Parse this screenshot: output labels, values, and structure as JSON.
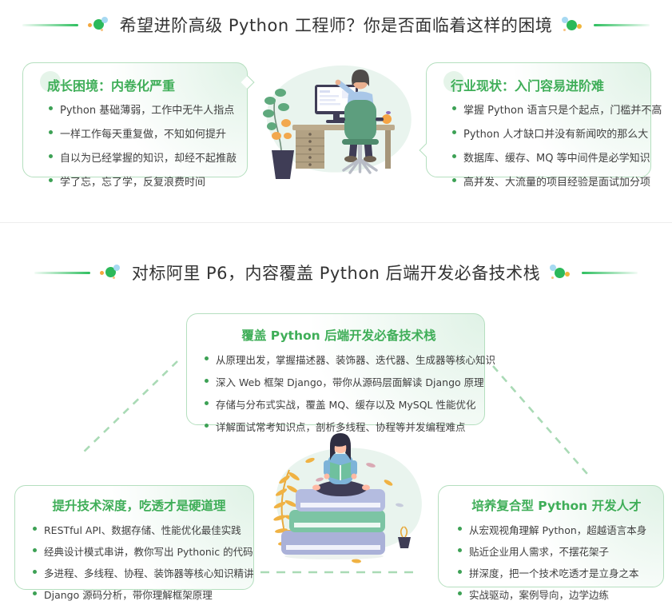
{
  "theme": {
    "accent_green": "#3fae58",
    "card_border_green": "#b5dfbf",
    "dashed_line_green": "#a9dab5",
    "ornament_line_green": "#2ebf5f",
    "ornament_dot_green": "#2cb95a",
    "ornament_dot_blue": "#a6d9f2",
    "ornament_dot_orange": "#f3a73c",
    "bullet_dot_green": "#3da155",
    "section_title_color": "#333333",
    "bullet_text_color": "#404040",
    "illustration_blob_green": "#e9f4ee",
    "background": "#ffffff"
  },
  "icons": {
    "ornament_line": "gradient-line-icon",
    "ornament_dots": "tricolor-dot-cluster-icon",
    "bullet_dot": "green-bullet-dot-icon",
    "bubble_tail": "speech-bubble-tail-icon",
    "illustration1": "person-working-at-desk-illustration",
    "illustration2": "girl-reading-on-book-stack-illustration"
  },
  "section1": {
    "title": "希望进阶高级 Python 工程师？你是否面临着这样的困境",
    "left_card": {
      "title": "成长困境：内卷化严重",
      "bullets": [
        "Python 基础薄弱，工作中无牛人指点",
        "一样工作每天重复做，不知如何提升",
        "自以为已经掌握的知识，却经不起推敲",
        "学了忘，忘了学，反复浪费时间"
      ]
    },
    "right_card": {
      "title": "行业现状：入门容易进阶难",
      "bullets": [
        "掌握 Python 语言只是个起点，门槛并不高",
        "Python 人才缺口并没有新闻吹的那么大",
        "数据库、缓存、MQ 等中间件是必学知识",
        "高并发、大流量的项目经验是面试加分项"
      ]
    }
  },
  "section2": {
    "title": "对标阿里 P6，内容覆盖 Python 后端开发必备技术栈",
    "center_card": {
      "title": "覆盖 Python 后端开发必备技术栈",
      "bullets": [
        "从原理出发，掌握描述器、装饰器、迭代器、生成器等核心知识",
        "深入 Web 框架 Django，带你从源码层面解读 Django 原理",
        "存储与分布式实战，覆盖 MQ、缓存以及 MySQL 性能优化",
        "详解面试常考知识点，剖析多线程、协程等并发编程难点"
      ]
    },
    "left_card": {
      "title": "提升技术深度，吃透才是硬道理",
      "bullets": [
        "RESTful API、数据存储、性能优化最佳实践",
        "经典设计模式串讲，教你写出 Pythonic 的代码",
        "多进程、多线程、协程、装饰器等核心知识精讲",
        "Django 源码分析，带你理解框架原理"
      ]
    },
    "right_card": {
      "title": "培养复合型 Python 开发人才",
      "bullets": [
        "从宏观视角理解 Python，超越语言本身",
        "贴近企业用人需求，不摆花架子",
        "拼深度，把一个技术吃透才是立身之本",
        "实战驱动，案例导向，边学边练"
      ]
    }
  }
}
